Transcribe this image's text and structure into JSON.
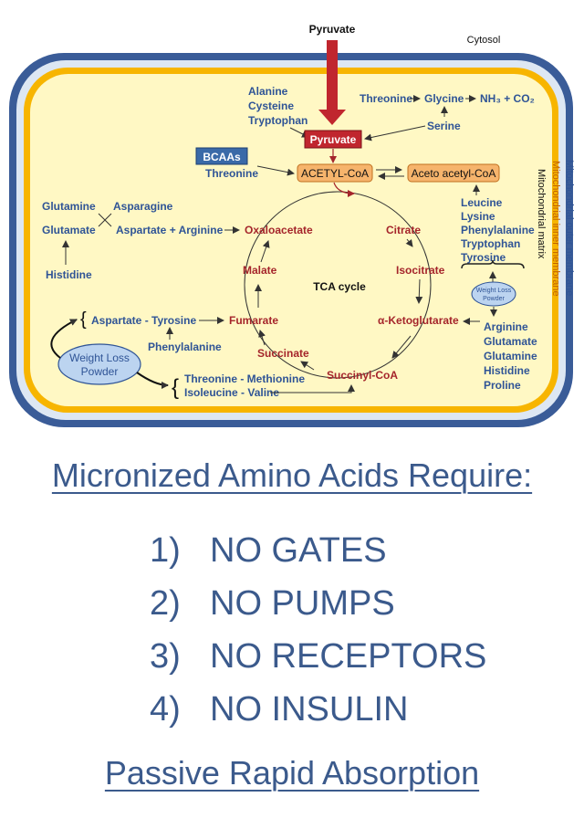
{
  "diagram": {
    "top_label": "Pyruvate",
    "cytosol": "Cytosol",
    "outer_membrane": "Mitochondrial outer membrane",
    "inner_membrane": "Mitochondrial inner membrane",
    "matrix": "Mitochondrial matrix",
    "inputs_top": [
      "Alanine",
      "Cysteine",
      "Tryptophan"
    ],
    "threonine_glycine": [
      "Threonine",
      "Glycine",
      "NH₃ + CO₂"
    ],
    "serine": "Serine",
    "pyruvate_box": "Pyruvate",
    "bcaas": "BCAAs",
    "threonine_bcaa": "Threonine",
    "acetyl_coa": "ACETYL-CoA",
    "acetoacetyl_coa": "Aceto acetyl-CoA",
    "ketogenic_inputs": [
      "Leucine",
      "Lysine",
      "Phenylalanine",
      "Tryptophan",
      "Tyrosine"
    ],
    "weight_loss_small": [
      "Weight Loss",
      "Powder"
    ],
    "glutamine": "Glutamine",
    "asparagine": "Asparagine",
    "glutamate": "Glutamate",
    "aspartate_arginine": "Aspartate + Arginine",
    "histidine": "Histidine",
    "aspartate_tyrosine": "Aspartate - Tyrosine",
    "phenylalanine": "Phenylalanine",
    "weight_loss_big": [
      "Weight Loss",
      "Powder"
    ],
    "threonine_methionine": "Threonine - Methionine",
    "isoleucine_valine": "Isoleucine - Valine",
    "akg_inputs": [
      "Arginine",
      "Glutamate",
      "Glutamine",
      "Histidine",
      "Proline"
    ],
    "tca": {
      "oxaloacetate": "Oxaloacetate",
      "citrate": "Citrate",
      "isocitrate": "Isocitrate",
      "akg": "α-Ketoglutarate",
      "succinyl": "Succinyl-CoA",
      "succinate": "Succinate",
      "fumarate": "Fumarate",
      "malate": "Malate",
      "center": "TCA cycle"
    }
  },
  "headline": "Micronized Amino Acids Require:",
  "requirements": [
    {
      "num": "1)",
      "text": "NO GATES"
    },
    {
      "num": "2)",
      "text": "NO PUMPS"
    },
    {
      "num": "3)",
      "text": "NO RECEPTORS"
    },
    {
      "num": "4)",
      "text": "NO INSULIN"
    }
  ],
  "footer": "Passive Rapid Absorption",
  "colors": {
    "outer_membrane": "#2f5496",
    "inner_membrane": "#f7b500",
    "matrix": "#fff8c4",
    "arrow": "#c0262e",
    "text_blue": "#3b5a8c"
  }
}
